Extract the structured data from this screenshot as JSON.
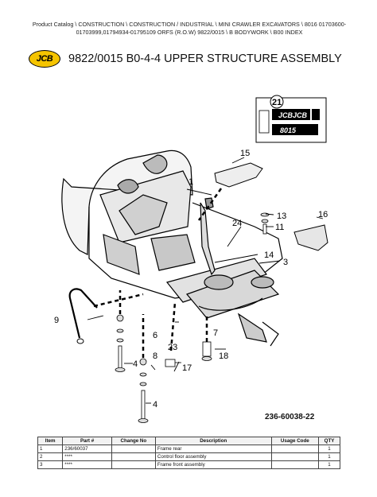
{
  "breadcrumb": {
    "line1": "Product Catalog  \\  CONSTRUCTION  \\  CONSTRUCTION / INDUSTRIAL  \\  MINI CRAWLER EXCAVATORS  \\  8016 01703600-",
    "line2": "01703999,01794934-01795109 ORFS (R.O.W) 9822/0015  \\  B BODYWORK  \\  B00 INDEX"
  },
  "logo": {
    "text": "JCB",
    "color": "#f5c400"
  },
  "page_title": "9822/0015 B0-4-4 UPPER STRUCTURE ASSEMBLY",
  "diagram": {
    "drawing_number": "236-60038-22",
    "callouts": {
      "c1": "1",
      "c3": "3",
      "c4a": "4",
      "c4b": "4",
      "c6": "6",
      "c7": "7",
      "c8": "8",
      "c9": "9",
      "c11": "11",
      "c13": "13",
      "c14": "14",
      "c15": "15",
      "c16": "16",
      "c17": "17",
      "c18": "18",
      "c21": "21",
      "c23": "23",
      "c24": "24"
    },
    "decal_text_a": "JCB",
    "decal_text_b": "JCB",
    "decal_model": "8015"
  },
  "parts_table": {
    "headers": [
      "Item",
      "Part #",
      "Change No",
      "Description",
      "Usage Code",
      "QTY"
    ],
    "rows": [
      [
        "1",
        "236/60037",
        "",
        "Frame rear",
        "",
        "1"
      ],
      [
        "2",
        "****",
        "",
        "Control floor assembly",
        "",
        "1"
      ],
      [
        "3",
        "****",
        "",
        "Frame front assembly",
        "",
        "1"
      ]
    ]
  }
}
